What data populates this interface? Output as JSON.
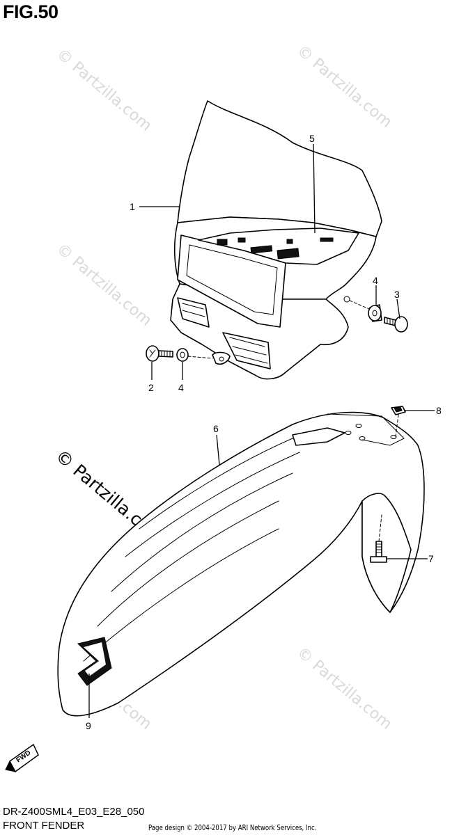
{
  "figure": {
    "title": "FIG.50",
    "code": "DR-Z400SML4_E03_E28_050",
    "name": "FRONT FENDER"
  },
  "credit": "Page design © 2004-2017 by ARI Network Services, Inc.",
  "watermark": "© Partzilla.com",
  "fwd_badge": "FWD",
  "callouts": [
    "1",
    "2",
    "3",
    "4",
    "4",
    "5",
    "6",
    "7",
    "8",
    "9"
  ]
}
